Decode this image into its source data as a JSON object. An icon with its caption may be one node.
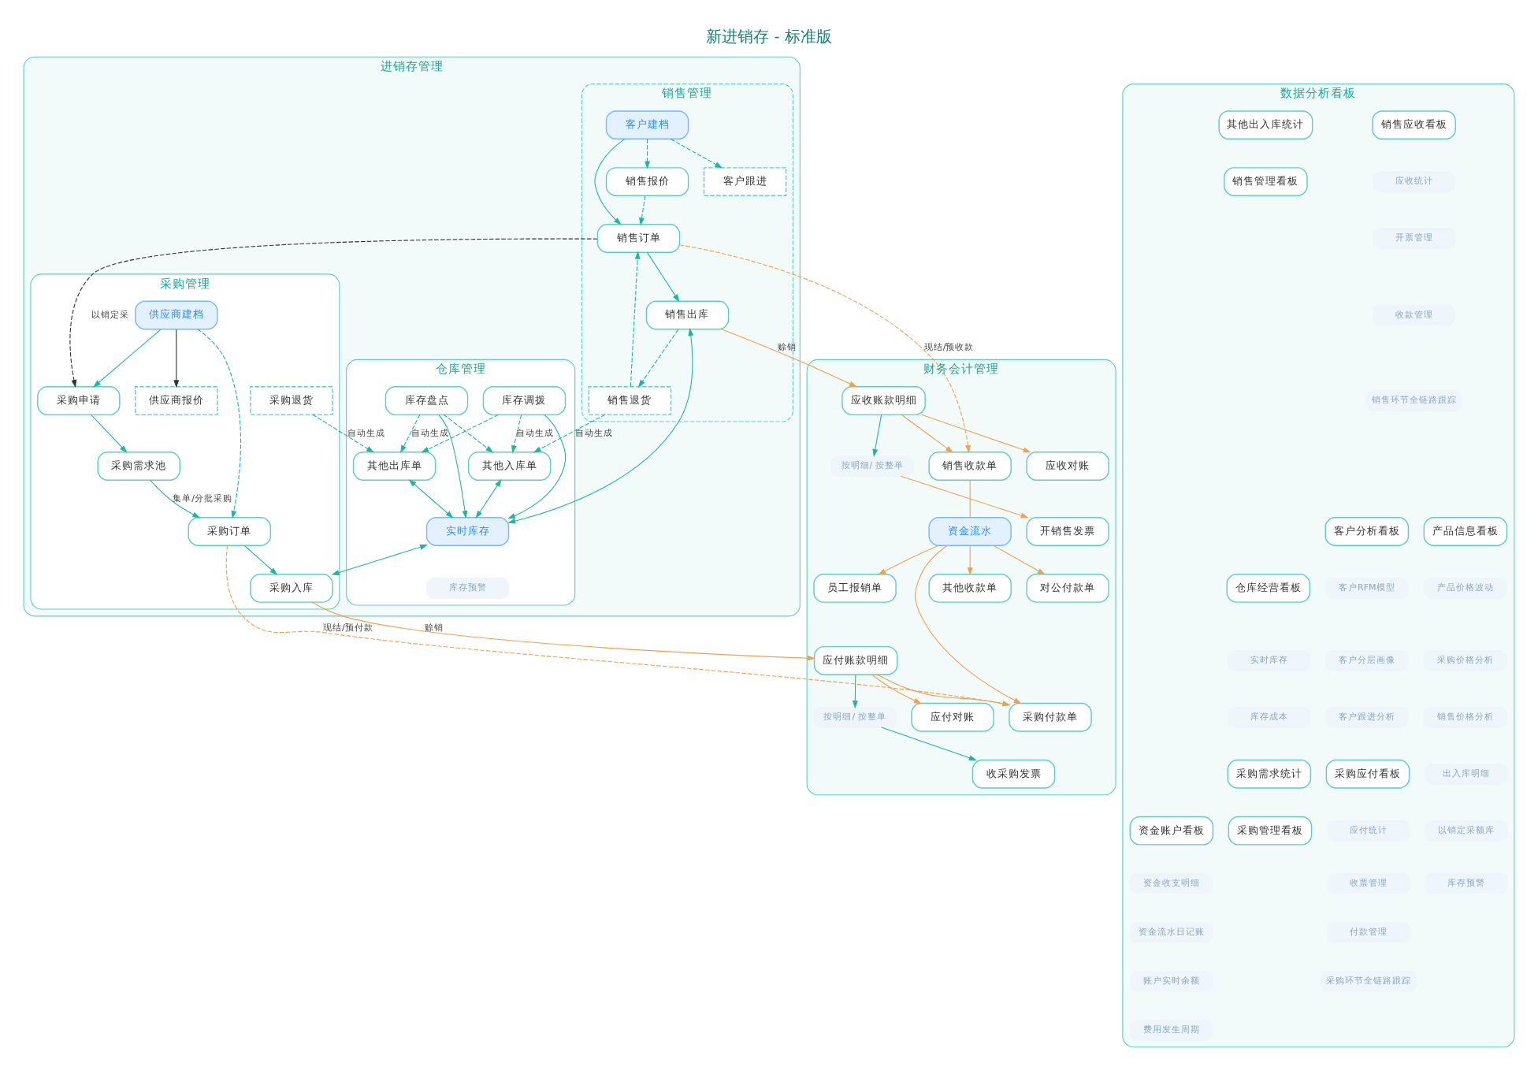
{
  "diagram": {
    "title": "新进销存 - 标准版",
    "nodes": [
      {
        "text": [
          "进销存管理"
        ]
      },
      {
        "text": [
          "销售管理"
        ],
        "in": 0
      },
      {
        "text": [
          "客户跟进"
        ],
        "in": 1
      },
      {
        "text": [
          "客户建档"
        ],
        "in": 1
      },
      {
        "text": [
          "销售报价"
        ],
        "in": 1
      },
      {
        "text": [
          "销售订单"
        ],
        "in": 1
      },
      {
        "text": [
          "销售退货"
        ],
        "in": 1
      },
      {
        "text": [
          "销售出库"
        ],
        "in": 1
      },
      {
        "text": [
          "仓库管理"
        ],
        "in": 0
      },
      {
        "text": [
          "其他入库单"
        ],
        "in": 8
      },
      {
        "text": [
          "库存调拨"
        ],
        "in": 8
      },
      {
        "text": [
          "库存盘点"
        ],
        "in": 8
      },
      {
        "text": [
          "其他出库单"
        ],
        "in": 8
      },
      {
        "text": [
          "实时库存"
        ],
        "in": 8
      },
      {
        "text": [
          "库存预警"
        ],
        "in": 8
      },
      {
        "text": [
          "采购管理"
        ],
        "in": 0
      },
      {
        "text": [
          "供应商建档"
        ],
        "in": 15
      },
      {
        "text": [
          "供应商报价"
        ],
        "in": 15
      },
      {
        "text": [
          "采购申请"
        ],
        "in": 15
      },
      {
        "text": [
          "采购需求池"
        ],
        "in": 15
      },
      {
        "text": [
          "采购订单"
        ],
        "in": 15
      },
      {
        "text": [
          "采购入库"
        ],
        "in": 15
      },
      {
        "text": [
          "采购退货"
        ],
        "in": 15
      },
      {
        "text": [
          "财务会计管理"
        ]
      },
      {
        "text": [
          "应收账款明细"
        ],
        "in": 23
      },
      {
        "text": [
          "其他收款单"
        ],
        "in": 23
      },
      {
        "text": [
          "对公付款单"
        ],
        "in": 23
      },
      {
        "text": [
          "员工报销单"
        ],
        "in": 23
      },
      {
        "text": [
          "应付账款明细"
        ],
        "in": 23
      },
      {
        "text": [
          "按明细/ 按整单"
        ],
        "in": 23
      },
      {
        "text": [
          "按明细/ 按整单"
        ],
        "in": 23
      },
      {
        "text": [
          "应收对账"
        ],
        "in": 23
      },
      {
        "text": [
          "开销售发票"
        ],
        "in": 23
      },
      {
        "text": [
          "销售收款单"
        ],
        "in": 23
      },
      {
        "text": [
          "资金流水"
        ],
        "in": 23
      },
      {
        "text": [
          "采购付款单"
        ],
        "in": 23
      },
      {
        "text": [
          "收采购发票"
        ],
        "in": 23
      },
      {
        "text": [
          "应付对账"
        ],
        "in": 23
      },
      {
        "text": [
          "数据分析看板"
        ]
      },
      {
        "text": [
          "产品信息看板"
        ],
        "in": 38
      },
      {
        "text": [
          "产品价格波动"
        ],
        "in": 38
      },
      {
        "text": [
          "采购价格分析"
        ],
        "in": 38
      },
      {
        "text": [
          "销售价格分析"
        ],
        "in": 38
      },
      {
        "text": [
          "仓库经营看板"
        ],
        "in": 38
      },
      {
        "text": [
          "实时库存"
        ],
        "in": 38
      },
      {
        "text": [
          "库存成本"
        ],
        "in": 38
      },
      {
        "text": [
          "出入库明细"
        ],
        "in": 38
      },
      {
        "text": [
          "以销定采额库"
        ],
        "in": 38
      },
      {
        "text": [
          "库存预警"
        ],
        "in": 38
      },
      {
        "text": [
          "客户分析看板"
        ],
        "in": 38
      },
      {
        "text": [
          "客户RFM模型"
        ],
        "in": 38
      },
      {
        "text": [
          "客户分层画像"
        ],
        "in": 38
      },
      {
        "text": [
          "客户跟进分析"
        ],
        "in": 38
      },
      {
        "text": [
          "销售应收看板"
        ],
        "in": 38
      },
      {
        "text": [
          "应收统计"
        ],
        "in": 38
      },
      {
        "text": [
          "开票管理"
        ],
        "in": 38
      },
      {
        "text": [
          "收款管理"
        ],
        "in": 38
      },
      {
        "text": [
          "销售环节全链路跟踪"
        ],
        "in": 38
      },
      {
        "text": [
          "采购应付看板"
        ],
        "in": 38
      },
      {
        "text": [
          "应付统计"
        ],
        "in": 38
      },
      {
        "text": [
          "收票管理"
        ],
        "in": 38
      },
      {
        "text": [
          "付款管理"
        ],
        "in": 38
      },
      {
        "text": [
          "采购环节全链路跟踪"
        ],
        "in": 38
      },
      {
        "text": [
          "资金账户看板"
        ],
        "in": 38
      },
      {
        "text": [
          "资金收支明细"
        ],
        "in": 38
      },
      {
        "text": [
          "资金流水日记账"
        ],
        "in": 38
      },
      {
        "text": [
          "账户实时余额"
        ],
        "in": 38
      },
      {
        "text": [
          "费用发生周期"
        ],
        "in": 38
      },
      {
        "text": [
          "采购需求统计"
        ],
        "in": 38
      },
      {
        "text": [
          "其他出入库统计"
        ],
        "in": 38
      },
      {
        "text": [
          "采购管理看板"
        ],
        "in": 38
      },
      {
        "text": [
          "销售管理看板"
        ],
        "in": 38
      }
    ],
    "edges": [
      {
        "from": 3,
        "to": 2,
        "arrow": "to",
        "style": "dashed"
      },
      {
        "from": 3,
        "to": 4,
        "arrow": "to",
        "style": "dashed"
      },
      {
        "from": 3,
        "to": 5,
        "arrow": "to"
      },
      {
        "from": 4,
        "to": 5,
        "arrow": "to",
        "style": "dashed"
      },
      {
        "from": 5,
        "to": 7,
        "arrow": "to"
      },
      {
        "from": 7,
        "to": 6,
        "arrow": "to",
        "style": "dashed"
      },
      {
        "from": 6,
        "to": 5,
        "arrow": "to",
        "style": "dashed"
      },
      {
        "from": 6,
        "to": 9,
        "arrow": "to",
        "style": "dashed",
        "label": "自动生成"
      },
      {
        "from": 5,
        "to": 18,
        "arrow": "to",
        "style": "dashed",
        "color": "#333333",
        "label": "以销定采"
      },
      {
        "from": 10,
        "to": 9,
        "arrow": "to",
        "style": "dashed",
        "label": "自动生成"
      },
      {
        "from": 10,
        "to": 12,
        "arrow": "to",
        "style": "dashed"
      },
      {
        "from": 11,
        "to": 9,
        "arrow": "to",
        "style": "dashed"
      },
      {
        "from": 11,
        "to": 12,
        "arrow": "to",
        "style": "dashed",
        "label": "自动生成"
      },
      {
        "from": 9,
        "to": 13,
        "arrow": "both"
      },
      {
        "from": 10,
        "to": 13,
        "arrow": "to"
      },
      {
        "from": 11,
        "to": 13,
        "arrow": "to"
      },
      {
        "from": 12,
        "to": 13,
        "arrow": "both"
      },
      {
        "from": 7,
        "to": 13,
        "arrow": "both"
      },
      {
        "from": 13,
        "to": 21,
        "arrow": "both"
      },
      {
        "from": 16,
        "to": 17,
        "arrow": "to",
        "color": "#333333"
      },
      {
        "from": 16,
        "to": 18,
        "arrow": "to"
      },
      {
        "from": 16,
        "to": 20,
        "arrow": "to",
        "style": "dashed"
      },
      {
        "from": 18,
        "to": 19,
        "arrow": "to"
      },
      {
        "from": 19,
        "to": 20,
        "arrow": "to",
        "label": "集单/分批采购"
      },
      {
        "from": 20,
        "to": 21,
        "arrow": "to"
      },
      {
        "from": 22,
        "to": 12,
        "arrow": "to",
        "style": "dashed",
        "label": "自动生成"
      },
      {
        "from": 7,
        "to": 24,
        "arrow": "to",
        "color": "#f0a050",
        "label": "赊销"
      },
      {
        "from": 5,
        "to": 33,
        "arrow": "to",
        "style": "dashed",
        "color": "#f0a050",
        "label": "现结/预收款"
      },
      {
        "from": 20,
        "to": 35,
        "arrow": "to",
        "style": "dashed",
        "color": "#f0a050",
        "label": "现结/预付款"
      },
      {
        "from": 21,
        "to": 28,
        "arrow": "to",
        "color": "#f0a050",
        "label": "赊销"
      },
      {
        "from": 24,
        "to": 31,
        "arrow": "to",
        "color": "#f0a050"
      },
      {
        "from": 24,
        "to": 29,
        "arrow": "to"
      },
      {
        "from": 29,
        "to": 32,
        "arrow": "to",
        "color": "#f0a050"
      },
      {
        "from": 24,
        "to": 33,
        "arrow": "to",
        "color": "#f0a050"
      },
      {
        "from": 34,
        "to": 25,
        "arrow": "to",
        "color": "#f0a050"
      },
      {
        "from": 34,
        "to": 26,
        "arrow": "to",
        "color": "#f0a050"
      },
      {
        "from": 34,
        "to": 27,
        "arrow": "to",
        "color": "#f0a050"
      },
      {
        "from": 33,
        "to": 34,
        "arrow": "none",
        "color": "#f0a050"
      },
      {
        "from": 34,
        "to": 35,
        "arrow": "to",
        "color": "#f0a050"
      },
      {
        "from": 28,
        "to": 35,
        "arrow": "to",
        "color": "#f0a050"
      },
      {
        "from": 28,
        "to": 30,
        "arrow": "to"
      },
      {
        "from": 30,
        "to": 36,
        "arrow": "to"
      },
      {
        "from": 28,
        "to": 37,
        "arrow": "to",
        "color": "#f0a050"
      }
    ]
  }
}
